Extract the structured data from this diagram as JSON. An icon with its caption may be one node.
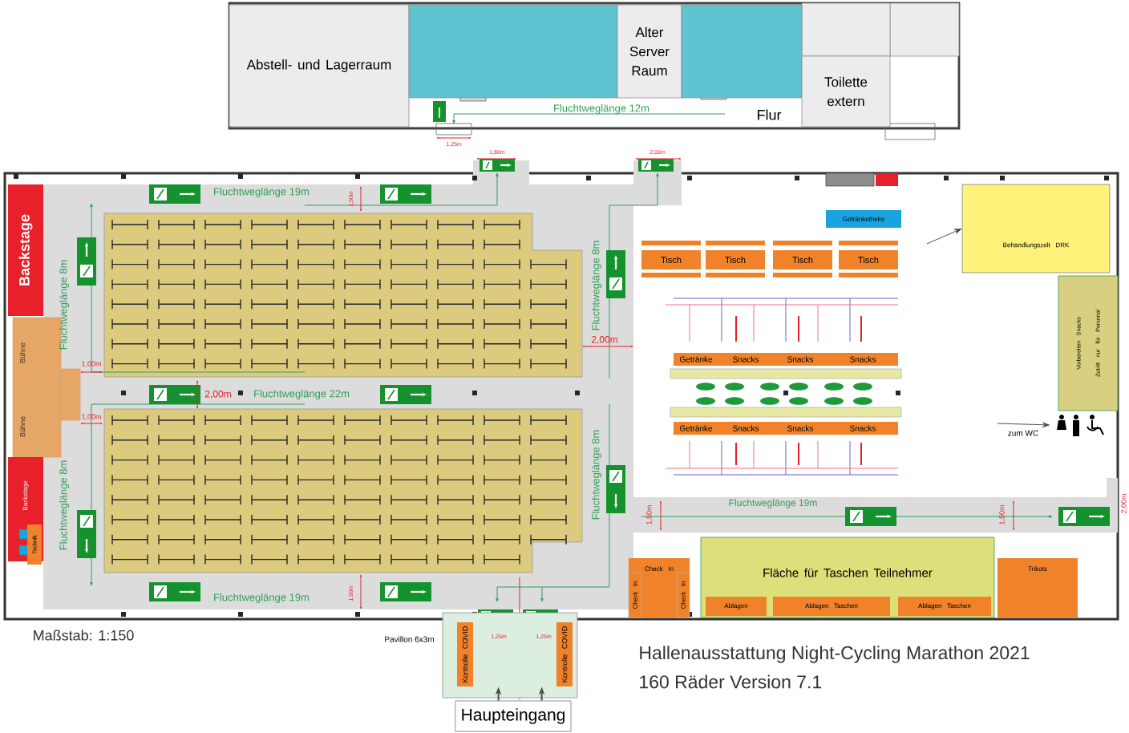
{
  "diagram": {
    "title": "Hallenausstattung Night-Cycling Marathon 2021",
    "caption": "160 Räder Version 7.1",
    "nodes": [
      {
        "text": [
          "Abstell- und Lagerraum"
        ]
      },
      {
        "text": [],
        "shape": "box"
      },
      {
        "text": [
          "Alter Server Raum"
        ]
      },
      {
        "text": [],
        "shape": "box"
      },
      {
        "text": [
          "Flur"
        ]
      },
      {
        "text": [
          "Toilette extern"
        ]
      },
      {
        "text": [
          "Backstage"
        ]
      },
      {
        "text": [
          "Backstage"
        ]
      },
      {
        "text": [
          "Technik"
        ]
      },
      {
        "text": [
          "Tisch"
        ]
      },
      {
        "text": [
          "Tisch"
        ]
      },
      {
        "text": [
          "Tisch"
        ]
      },
      {
        "text": [
          "Tisch"
        ]
      },
      {
        "text": [
          "Getränketheke"
        ]
      },
      {
        "text": [
          "Behandlungszelt DRK"
        ]
      },
      {
        "text": [
          "Getränke"
        ]
      },
      {
        "text": [
          "Snacks"
        ]
      },
      {
        "text": [
          "Snacks"
        ]
      },
      {
        "text": [
          "Snacks"
        ]
      },
      {
        "text": [
          "Getränke"
        ]
      },
      {
        "text": [
          "Snacks"
        ]
      },
      {
        "text": [
          "Snacks"
        ]
      },
      {
        "text": [
          "Snacks"
        ]
      },
      {
        "text": [
          "Vorbereiten Snacks",
          "Zutritt nur für Personal"
        ]
      },
      {
        "text": [],
        "shape": "picture"
      },
      {
        "text": [
          "Check In"
        ]
      },
      {
        "text": [
          "Check In"
        ],
        "in": 25
      },
      {
        "text": [
          "Check In"
        ],
        "in": 25
      },
      {
        "text": [
          "Fläche für Taschen Teilnehmer"
        ]
      },
      {
        "text": [
          "Ablagen"
        ],
        "in": 28
      },
      {
        "text": [
          "Ablagen Taschen"
        ],
        "in": 28
      },
      {
        "text": [
          "Ablagen Taschen"
        ],
        "in": 28
      },
      {
        "text": [
          "Trikots"
        ]
      },
      {
        "text": [],
        "shape": "box",
        "beside": [
          "Pavillon 6x3m"
        ]
      },
      {
        "text": [
          "Kontrolle COVID"
        ],
        "in": 33
      },
      {
        "text": [
          "Kontrolle COVID"
        ],
        "in": 33
      },
      {
        "text": [
          "Haupteingang"
        ]
      }
    ],
    "edges": [
      {
        "from": 36,
        "to": 33,
        "arrow": "to"
      },
      {
        "from": 36,
        "to": 33,
        "arrow": "to"
      },
      {
        "from": null,
        "to": 24,
        "arrow": "to",
        "label": "zum WC"
      },
      {
        "from": null,
        "to": 14,
        "arrow": "to"
      }
    ],
    "labels": [
      "Fluchtweglänge 12m",
      "1,25m",
      "1,80m",
      "2,00m",
      "Fluchtweglänge 19m",
      "1,50m",
      "Fluchtweglänge 8m",
      "Bühne",
      "Fluchtweglänge 8m",
      "2,00m",
      "1,00m",
      "2,00m",
      "Fluchtweglänge 22m",
      "1,00m",
      "Bühne",
      "Fluchtweglänge 8m",
      "Fluchtweglänge 8m",
      "1,50m",
      "Fluchtweglänge 19m",
      "1,50m",
      "2,00m",
      "Fluchtweglänge 19m",
      "1,50m",
      "Maßstab: 1:150",
      "1,25m",
      "1,25m"
    ]
  }
}
